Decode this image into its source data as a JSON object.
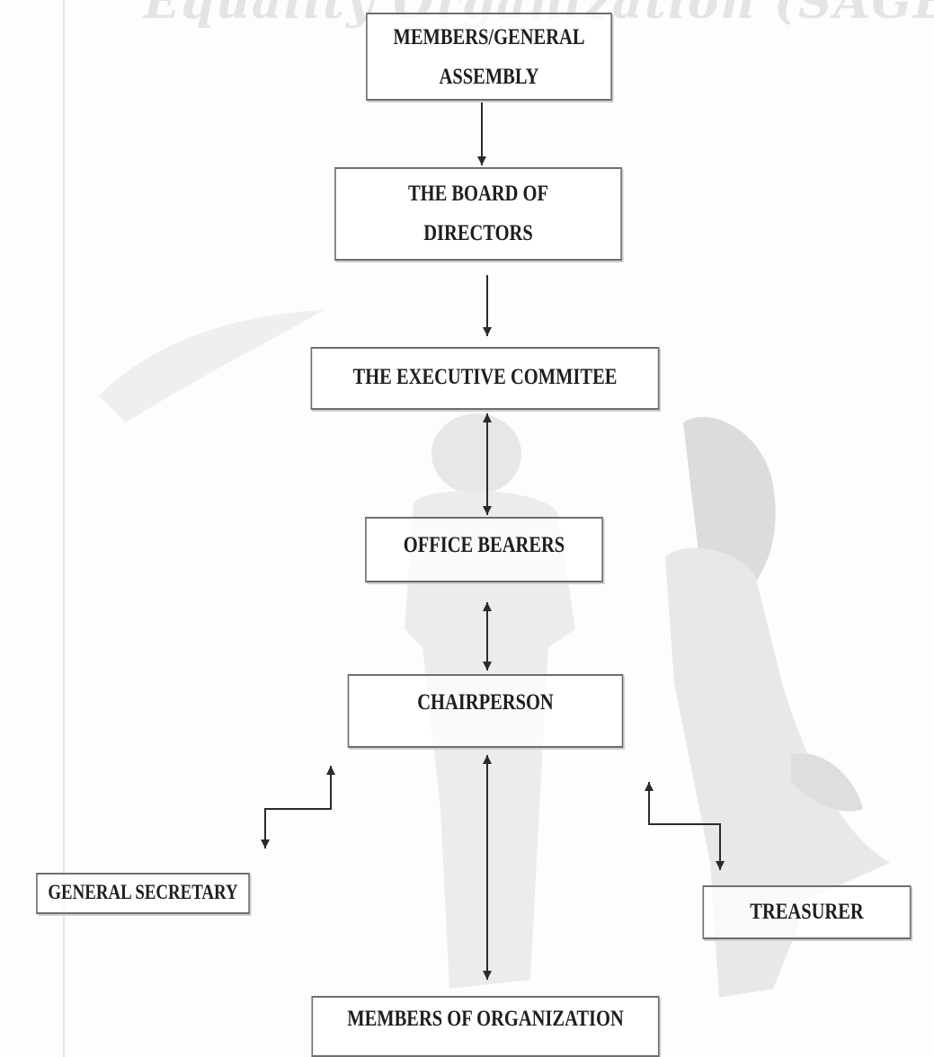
{
  "watermark": {
    "title": "Equality Organization (SAGEO)"
  },
  "boxes": {
    "members_general_assembly": "MEMBERS/GENERAL ASSEMBLY",
    "board_of_directors": "THE BOARD OF DIRECTORS",
    "executive_committee": "THE EXECUTIVE COMMITEE",
    "office_bearers": "OFFICE BEARERS",
    "chairperson": "CHAIRPERSON",
    "general_secretary": "GENERAL SECRETARY",
    "treasurer": "TREASURER",
    "members_of_organization": "MEMBERS OF ORGANIZATION"
  },
  "colors": {
    "box_border": "#6e6e6e",
    "text": "#1e1e1e",
    "connector": "#2a2a2a"
  }
}
